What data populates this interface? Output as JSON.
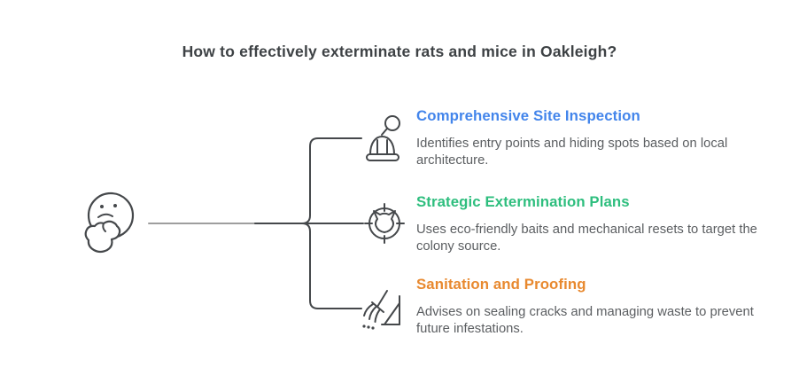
{
  "title": "How to effectively exterminate rats and mice in Oakleigh?",
  "figure": {
    "icon": "thinking-face-icon"
  },
  "connector": {
    "style": "curly-branch",
    "branch_count": 3
  },
  "items": [
    {
      "heading": "Comprehensive Site Inspection",
      "description": "Identifies entry points and hiding spots based on local\narchitecture.",
      "color": "#4385EB",
      "icon": "helmet-magnifier-icon"
    },
    {
      "heading": "Strategic Extermination Plans",
      "description": "Uses eco-friendly baits and mechanical resets to target the\ncolony source.",
      "color": "#2EBE7E",
      "icon": "rat-target-icon"
    },
    {
      "heading": "Sanitation and Proofing",
      "description": "Advises on sealing cracks and managing waste to prevent\nfuture infestations.",
      "color": "#E8892F",
      "icon": "broom-sweep-icon"
    }
  ],
  "colors": {
    "title": "#3E4245",
    "body": "#5B5E61",
    "line-dark": "#45484B",
    "line-light": "#9E9E9E",
    "ink": "#45484B",
    "bg": "#FFFFFF"
  }
}
